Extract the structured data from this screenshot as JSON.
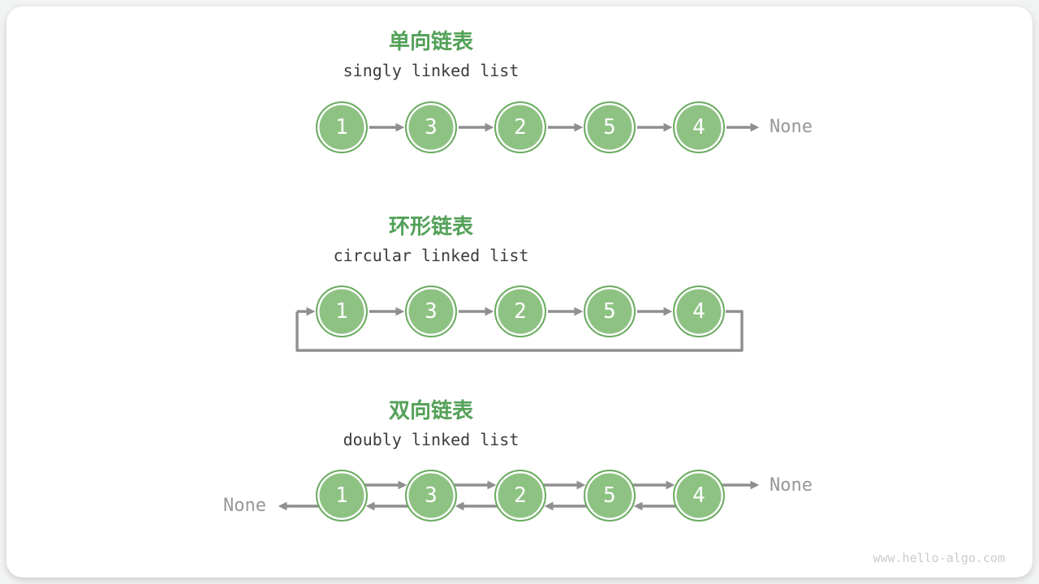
{
  "colors": {
    "page-bg": "#f2f3f3",
    "card-bg": "#ffffff",
    "title-green": "#53a158",
    "node-fill": "#8ec283",
    "node-border": "#6cac62",
    "node-text": "#ffffff",
    "subtitle-text": "#3c3c3c",
    "arrow-gray": "#8f8f8f",
    "none-text": "#979797",
    "watermark-text": "#cbcbcb"
  },
  "sections": [
    {
      "title": "单向链表",
      "subtitle": "singly linked list",
      "nodes": [
        "1",
        "3",
        "2",
        "5",
        "4"
      ],
      "none_right": "None"
    },
    {
      "title": "环形链表",
      "subtitle": "circular linked list",
      "nodes": [
        "1",
        "3",
        "2",
        "5",
        "4"
      ]
    },
    {
      "title": "双向链表",
      "subtitle": "doubly linked list",
      "nodes": [
        "1",
        "3",
        "2",
        "5",
        "4"
      ],
      "none_left": "None",
      "none_right": "None"
    }
  ],
  "watermark": "www.hello-algo.com"
}
